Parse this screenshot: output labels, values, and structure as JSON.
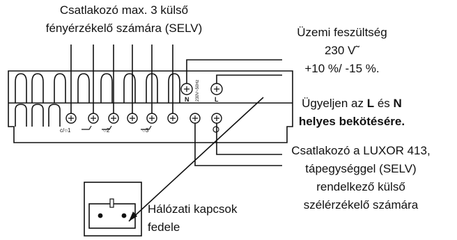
{
  "labels": {
    "top_line1": "Csatlakozó max. 3 külső",
    "top_line2": "fényérzékelő számára (SELV)",
    "voltage_line1": "Üzemi feszültség",
    "voltage_line2": "230 V˜",
    "voltage_line3": "+10 %/ -15 %.",
    "ln_pre": "Ügyeljen az",
    "ln_L": "L",
    "ln_mid": "és",
    "ln_N": "N",
    "ln_line2": "helyes bekötésére.",
    "luxor_line1": "Csatlakozó a LUXOR 413,",
    "luxor_line2": "tápegységgel (SELV)",
    "luxor_line3": "rendelkező külső",
    "luxor_line4": "szélérzékelő számára",
    "cover_line1": "Hálózati kapcsok",
    "cover_line2": "fedele"
  },
  "terminal_marks": {
    "upper_N": "N",
    "upper_L": "L",
    "rating": "230V~50Hz",
    "lower_1": "ᴄ/○1",
    "lower_2": "○2",
    "lower_3": "○3"
  }
}
